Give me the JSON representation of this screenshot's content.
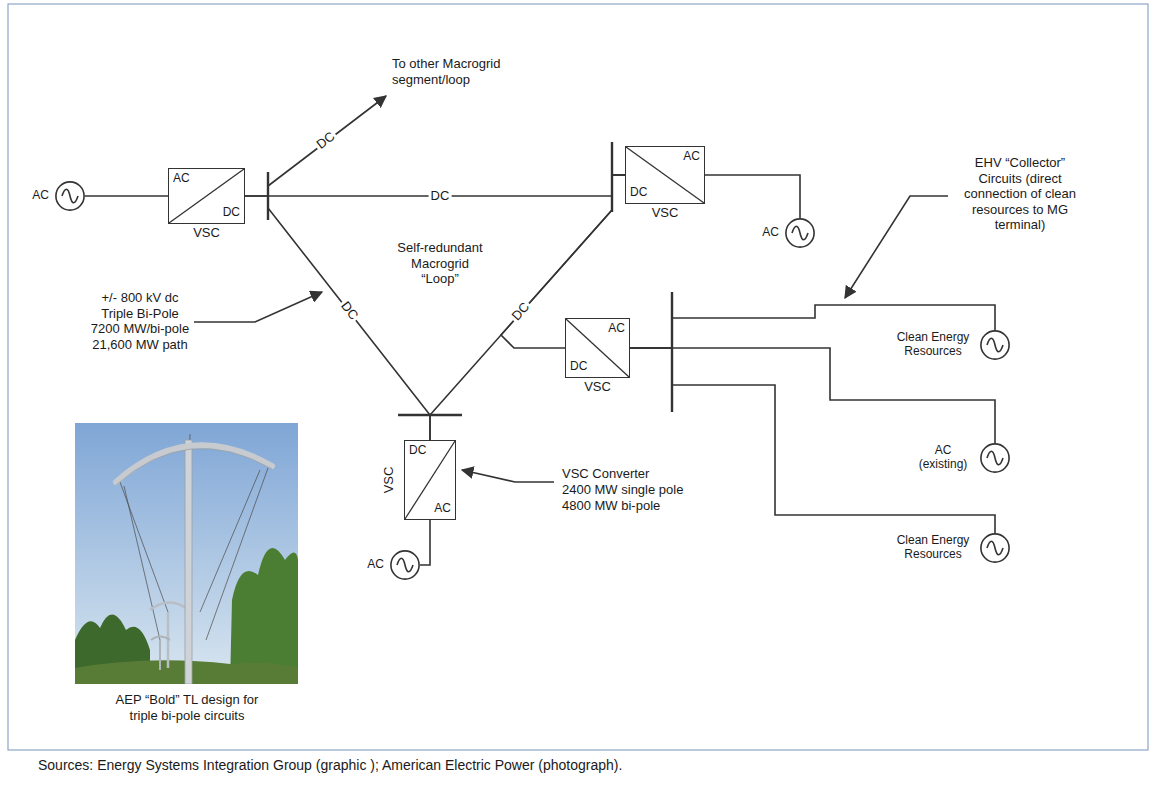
{
  "diagram": {
    "caption": "Sources: Energy Systems Integration Group (graphic ); American Electric Power (photograph).",
    "nodes": [
      {
        "text": [
          "AC"
        ]
      },
      {
        "text": [
          "AC",
          "DC",
          "VSC"
        ]
      },
      {
        "text": [
          "AC",
          "DC",
          "VSC"
        ]
      },
      {
        "text": [
          "AC"
        ]
      },
      {
        "text": [
          "Clean Energy Resources"
        ]
      },
      {
        "text": [
          "AC",
          "DC",
          "VSC"
        ]
      },
      {
        "text": [
          "AC (existing)"
        ]
      },
      {
        "text": [
          "DC",
          "AC",
          "VSC"
        ]
      },
      {
        "text": [
          "AC"
        ]
      },
      {
        "text": [
          "Clean Energy Resources"
        ]
      }
    ],
    "edges": [
      {
        "from": 0,
        "to": 1,
        "arrow": "none"
      },
      {
        "from": 1,
        "to": 2,
        "label": "DC",
        "arrow": "none"
      },
      {
        "from": 1,
        "to": 7,
        "label": "DC",
        "arrow": "none"
      },
      {
        "from": 2,
        "to": 7,
        "label": "DC",
        "arrow": "none"
      },
      {
        "from": 2,
        "to": 5,
        "arrow": "none"
      },
      {
        "from": 2,
        "to": 3,
        "arrow": "none"
      },
      {
        "from": 7,
        "to": 8,
        "arrow": "none"
      },
      {
        "from": 5,
        "to": 4,
        "arrow": "none"
      },
      {
        "from": 5,
        "to": 6,
        "arrow": "none"
      },
      {
        "from": 5,
        "to": 9,
        "arrow": "none"
      }
    ],
    "labels": [
      "To other Macrogrid segment/loop",
      "DC",
      "Self-redundant Macrogrid “Loop”",
      "+/- 800 kV dc Triple Bi-Pole 7200 MW/bi-pole 21,600 MW path",
      "EHV “Collector” Circuits (direct connection of clean resources to MG terminal)",
      "VSC Converter",
      "2400 MW single pole",
      "4800 MW bi-pole",
      "AEP “Bold” TL design for triple bi-pole circuits"
    ]
  }
}
